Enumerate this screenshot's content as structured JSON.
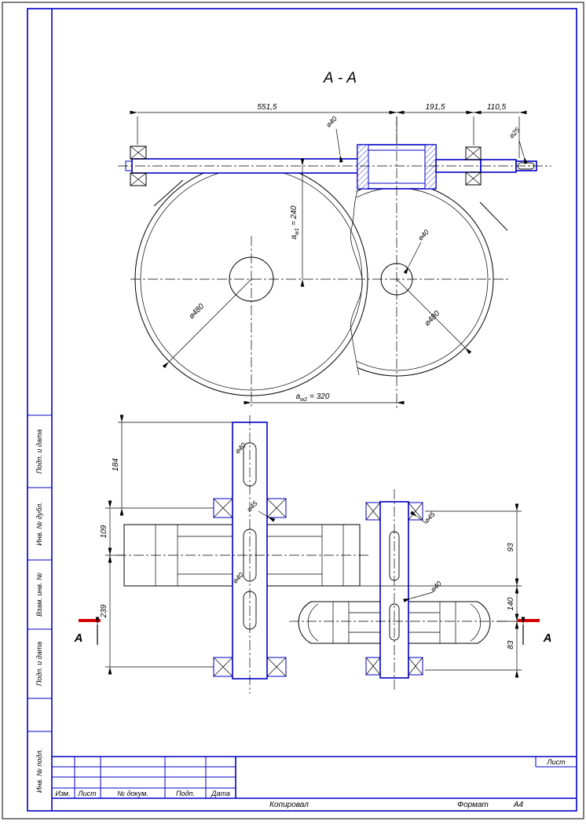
{
  "page": {
    "section_title": "А - А"
  },
  "colors": {
    "frame": "#0000c8",
    "ink": "#000000",
    "section_mark": "#d40000"
  },
  "top_view": {
    "dim_chain": [
      "551,5",
      "191,5",
      "110,5"
    ],
    "aw1": {
      "base": "a",
      "sub": "w1",
      "eq": "= 240"
    },
    "aw2": {
      "base": "a",
      "sub": "w2",
      "eq": "= 320"
    },
    "dia_pinion": "⌀40",
    "dia_output_end": "⌀25",
    "dia_left_wheel": "⌀480",
    "dia_right_wheel": "⌀480",
    "dia_right_hub": "⌀40"
  },
  "bottom_view": {
    "left_chain": [
      "184",
      "109",
      "239"
    ],
    "right_chain": [
      "93",
      "140",
      "83"
    ],
    "dia_left_shaft_top": "⌀40",
    "dia_left_bearing": "⌀45",
    "dia_left_shaft_low": "⌀40",
    "dia_right_bearing": "⌀45",
    "dia_right_shaft": "⌀40",
    "section_letter": "А"
  },
  "sidebar": {
    "items": [
      {
        "label": "Подп. и дата"
      },
      {
        "label": "Инв. № дубл."
      },
      {
        "label": "Взам. инв. №"
      },
      {
        "label": "Подп. и дата"
      },
      {
        "label": "Инв. № подл."
      }
    ]
  },
  "titleblock": {
    "columns": [
      "Изм.",
      "Лист",
      "№ докум.",
      "Подп.",
      "Дата"
    ],
    "sheet_label": "Лист",
    "footer": {
      "copied": "Копировал",
      "format_label": "Формат",
      "format_value": "А4"
    }
  }
}
